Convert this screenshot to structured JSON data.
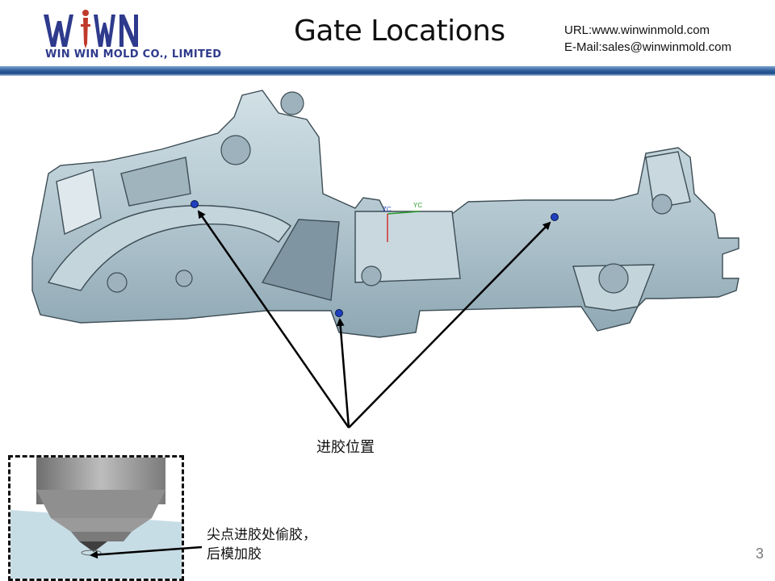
{
  "header": {
    "company_name": "WIN WIN MOLD CO., LIMITED",
    "title": "Gate Locations",
    "url": "URL:www.winwinmold.com",
    "email": "E-Mail:sales@winwinmold.com"
  },
  "callout": {
    "label": "进胶位置"
  },
  "detail": {
    "note_line1": "尖点进胶处偷胶，",
    "note_line2": "后模加胶"
  },
  "part": {
    "axis_labels": [
      "ZC",
      "YC"
    ]
  },
  "page_number": "3",
  "colors": {
    "brand": "#2e3a8c",
    "header_bar": "#1d4a86",
    "part_fill": "#b8ccd6",
    "gate_dot": "#1f3fbf"
  }
}
